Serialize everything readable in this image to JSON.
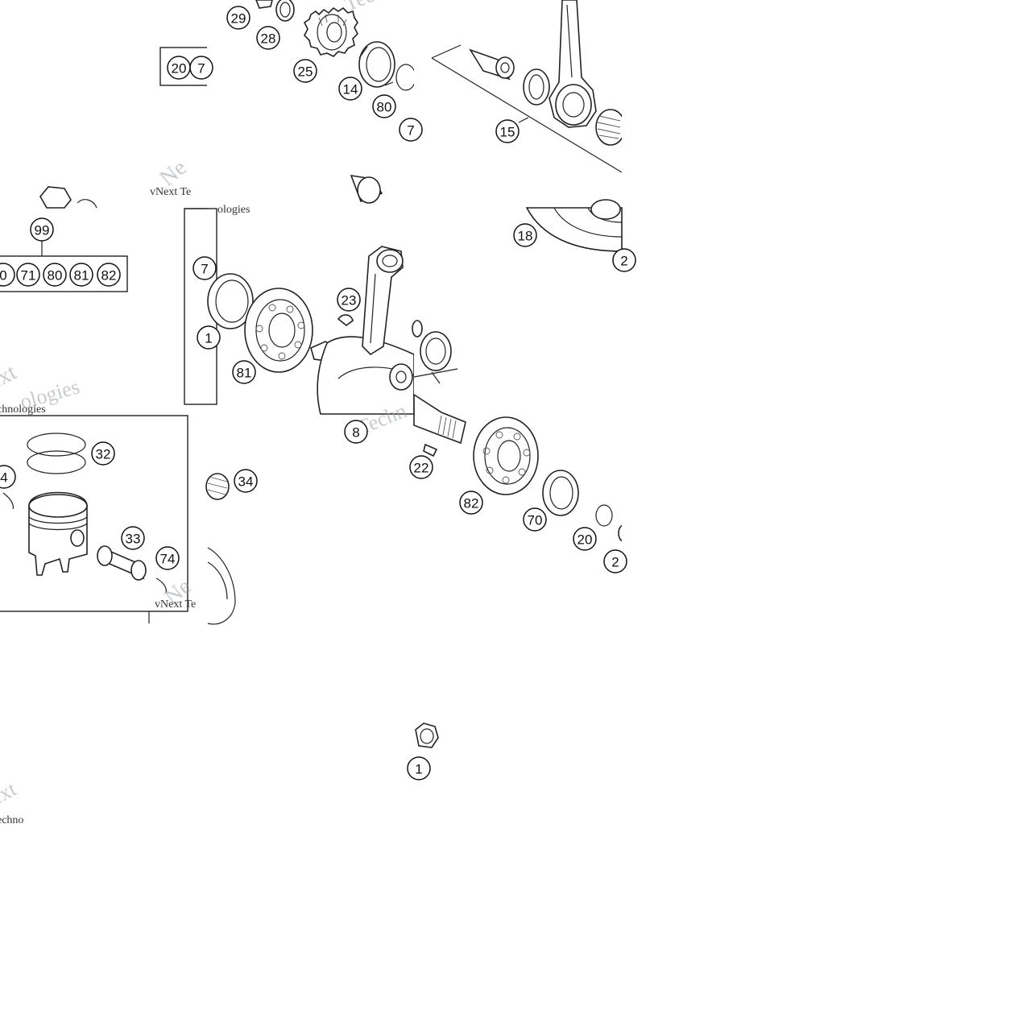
{
  "diagram": {
    "callouts": [
      "29",
      "28",
      "25",
      "14",
      "80",
      "7",
      "15",
      "20",
      "7",
      "18",
      "2",
      "99",
      "0",
      "71",
      "80",
      "81",
      "82",
      "7",
      "23",
      "1",
      "81",
      "8",
      "22",
      "82",
      "70",
      "20",
      "2",
      "32",
      "4",
      "33",
      "34",
      "74",
      "1"
    ],
    "watermark": {
      "brand": "vNext",
      "brand_tail": "Ne",
      "tagline": "Technologies",
      "caption": "vNext Technologies",
      "caption_short": "vNext Te",
      "fragment_a": "Techno",
      "fragment_b": "Techn",
      "fragment_c": "chnologies",
      "fragment_d": "ext",
      "fragment_e": "echno",
      "fragment_f": "ologies"
    },
    "colors": {
      "line": "#222222",
      "background": "#ffffff",
      "watermark": "#9aa0a8"
    }
  }
}
